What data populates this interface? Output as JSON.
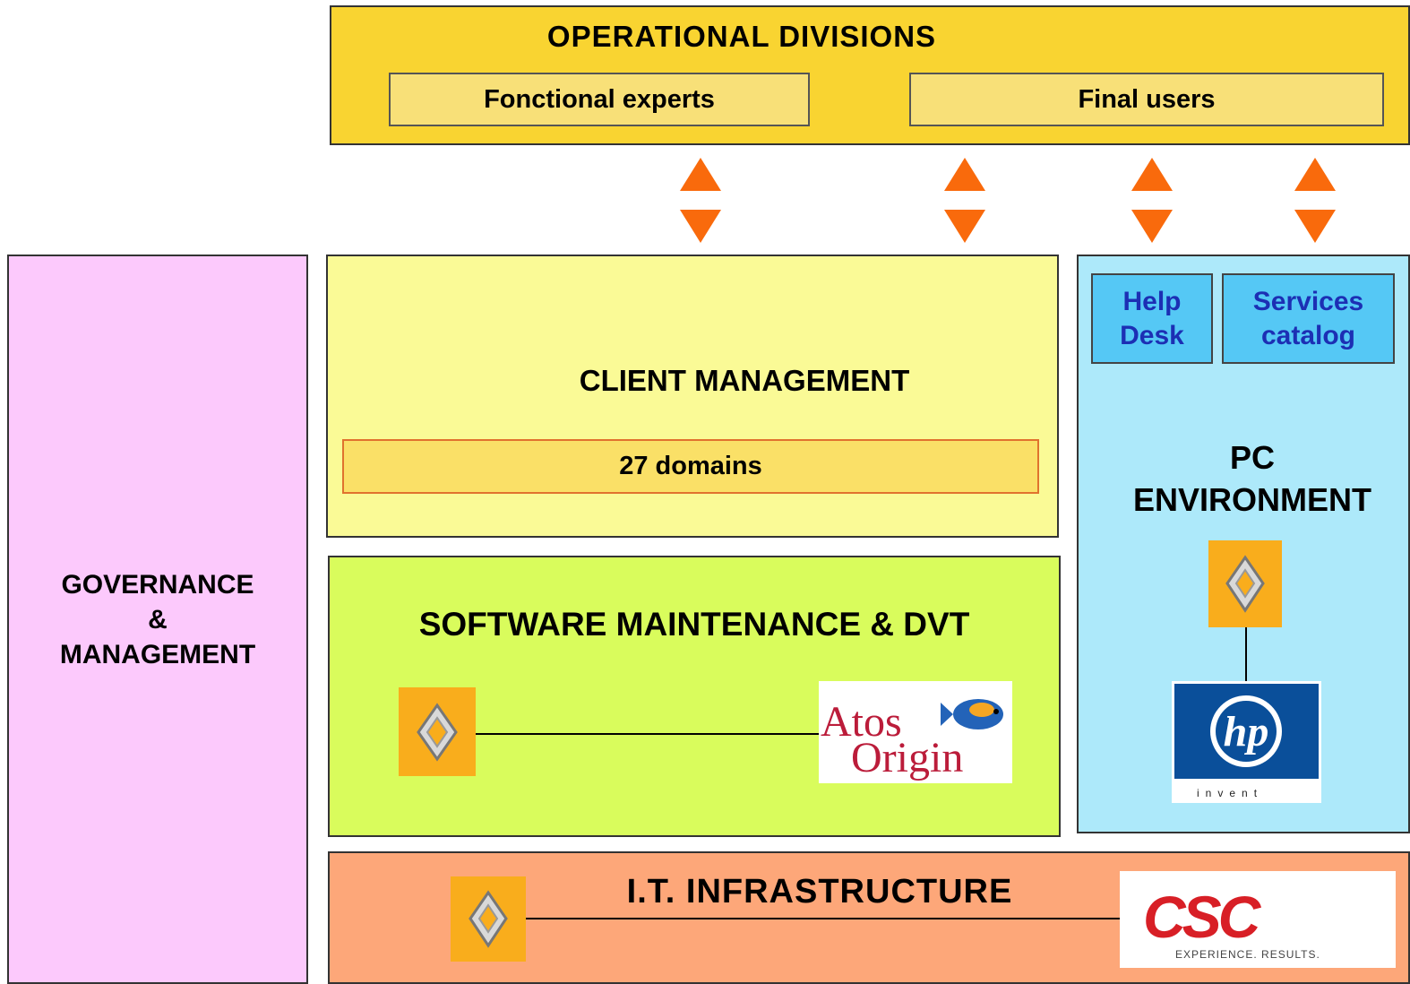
{
  "operational_divisions": {
    "title": "OPERATIONAL DIVISIONS",
    "fonctional_experts": "Fonctional experts",
    "final_users": "Final users"
  },
  "governance": {
    "line1": "GOVERNANCE",
    "line2": "&",
    "line3": "MANAGEMENT"
  },
  "client_management": {
    "title": "CLIENT MANAGEMENT",
    "domains": "27 domains"
  },
  "software_maintenance": {
    "title": "SOFTWARE MAINTENANCE & DVT"
  },
  "pc_environment": {
    "title_line1": "PC",
    "title_line2": "ENVIRONMENT",
    "help_desk_line1": "Help",
    "help_desk_line2": "Desk",
    "services_line1": "Services",
    "services_line2": "catalog"
  },
  "it_infrastructure": {
    "title": "I.T. INFRASTRUCTURE"
  },
  "logos": {
    "csc_word": "CSC",
    "csc_tagline": "EXPERIENCE. RESULTS.",
    "atos_line1": "Atos",
    "atos_line2": "Origin",
    "hp_word": "hp",
    "hp_tagline": "invent"
  },
  "colors": {
    "arrow": "#f96a0c",
    "renault_bg": "#f9ad1c"
  }
}
